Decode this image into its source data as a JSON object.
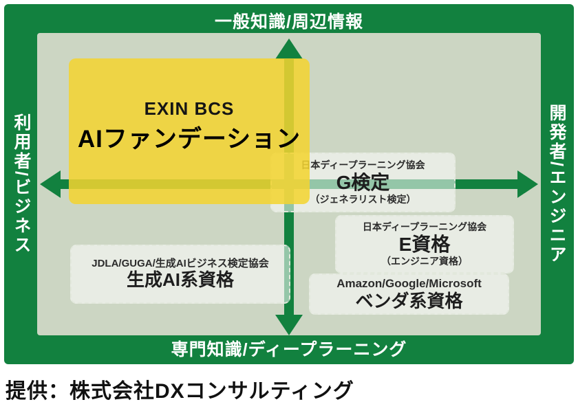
{
  "caption": "提供：株式会社DXコンサルティング",
  "diagram": {
    "axes": {
      "top": "一般知識/周辺情報",
      "bottom": "専門知識/ディープラーニング",
      "left": "利用者/ビジネス",
      "right": "開発者/エンジニア"
    },
    "items": {
      "exin": {
        "subtitle": "EXIN BCS",
        "title": "AIファンデーション"
      },
      "g_test": {
        "org": "日本ディープラーニング協会",
        "title": "G検定",
        "note": "（ジェネラリスト検定）"
      },
      "e_cert": {
        "org": "日本ディープラーニング協会",
        "title": "E資格",
        "note": "（エンジニア資格）"
      },
      "vendor": {
        "org": "Amazon/Google/Microsoft",
        "title": "ベンダ系資格"
      },
      "gen_ai": {
        "org": "JDLA/GUGA/生成AIビジネス検定協会",
        "title": "生成AI系資格"
      }
    },
    "colors": {
      "frame_green": "#12813f",
      "field_green": "#ccd6c3",
      "highlight_yellow": "#f2d430"
    }
  }
}
